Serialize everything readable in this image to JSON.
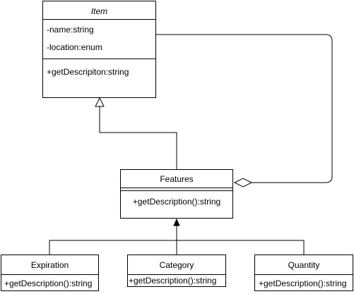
{
  "classes": {
    "item": {
      "name": "Item",
      "attributes": [
        "-name:string",
        "-location:enum"
      ],
      "operations": [
        "+getDescripiton:string"
      ]
    },
    "features": {
      "name": "Features",
      "operations": [
        "+getDescription():string"
      ]
    },
    "expiration": {
      "name": "Expiration",
      "operations": [
        "+getDescription():string"
      ]
    },
    "category": {
      "name": "Category",
      "operations": [
        "+getDescription():string"
      ]
    },
    "quantity": {
      "name": "Quantity",
      "operations": [
        "+getDescription():string"
      ]
    }
  },
  "relationships": [
    {
      "from": "features",
      "to": "item",
      "kind": "generalization"
    },
    {
      "from": "item",
      "to": "features",
      "kind": "aggregation"
    },
    {
      "from": "expiration",
      "to": "features",
      "kind": "association"
    },
    {
      "from": "category",
      "to": "features",
      "kind": "association"
    },
    {
      "from": "quantity",
      "to": "features",
      "kind": "association"
    }
  ],
  "colors": {
    "stroke": "#000000",
    "fill": "#ffffff"
  }
}
